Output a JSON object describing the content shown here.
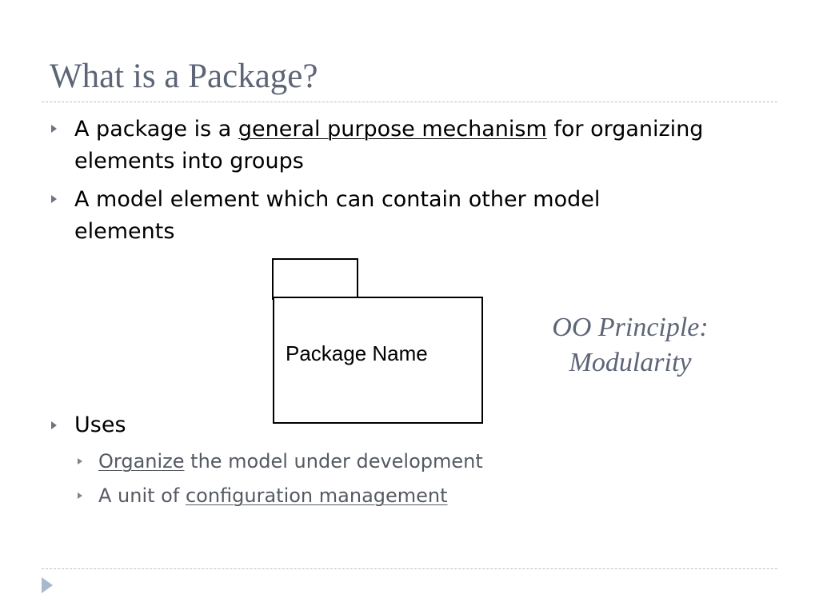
{
  "slide": {
    "title": "What is a Package?"
  },
  "bullets": [
    {
      "line1_pre": "A package is a ",
      "line1_link": "general purpose mechanism",
      "line1_post": " for organizing",
      "line2": "elements into groups"
    },
    {
      "line1": "A model element which can contain other model",
      "line2": "elements"
    },
    {
      "text": "Uses",
      "sub": [
        {
          "link": "Organize",
          "post": " the model under development"
        },
        {
          "pre": "A unit of ",
          "link": "configuration management"
        }
      ]
    }
  ],
  "diagram": {
    "package_label": "Package Name"
  },
  "note": {
    "line1": "OO Principle:",
    "line2": "Modularity"
  }
}
